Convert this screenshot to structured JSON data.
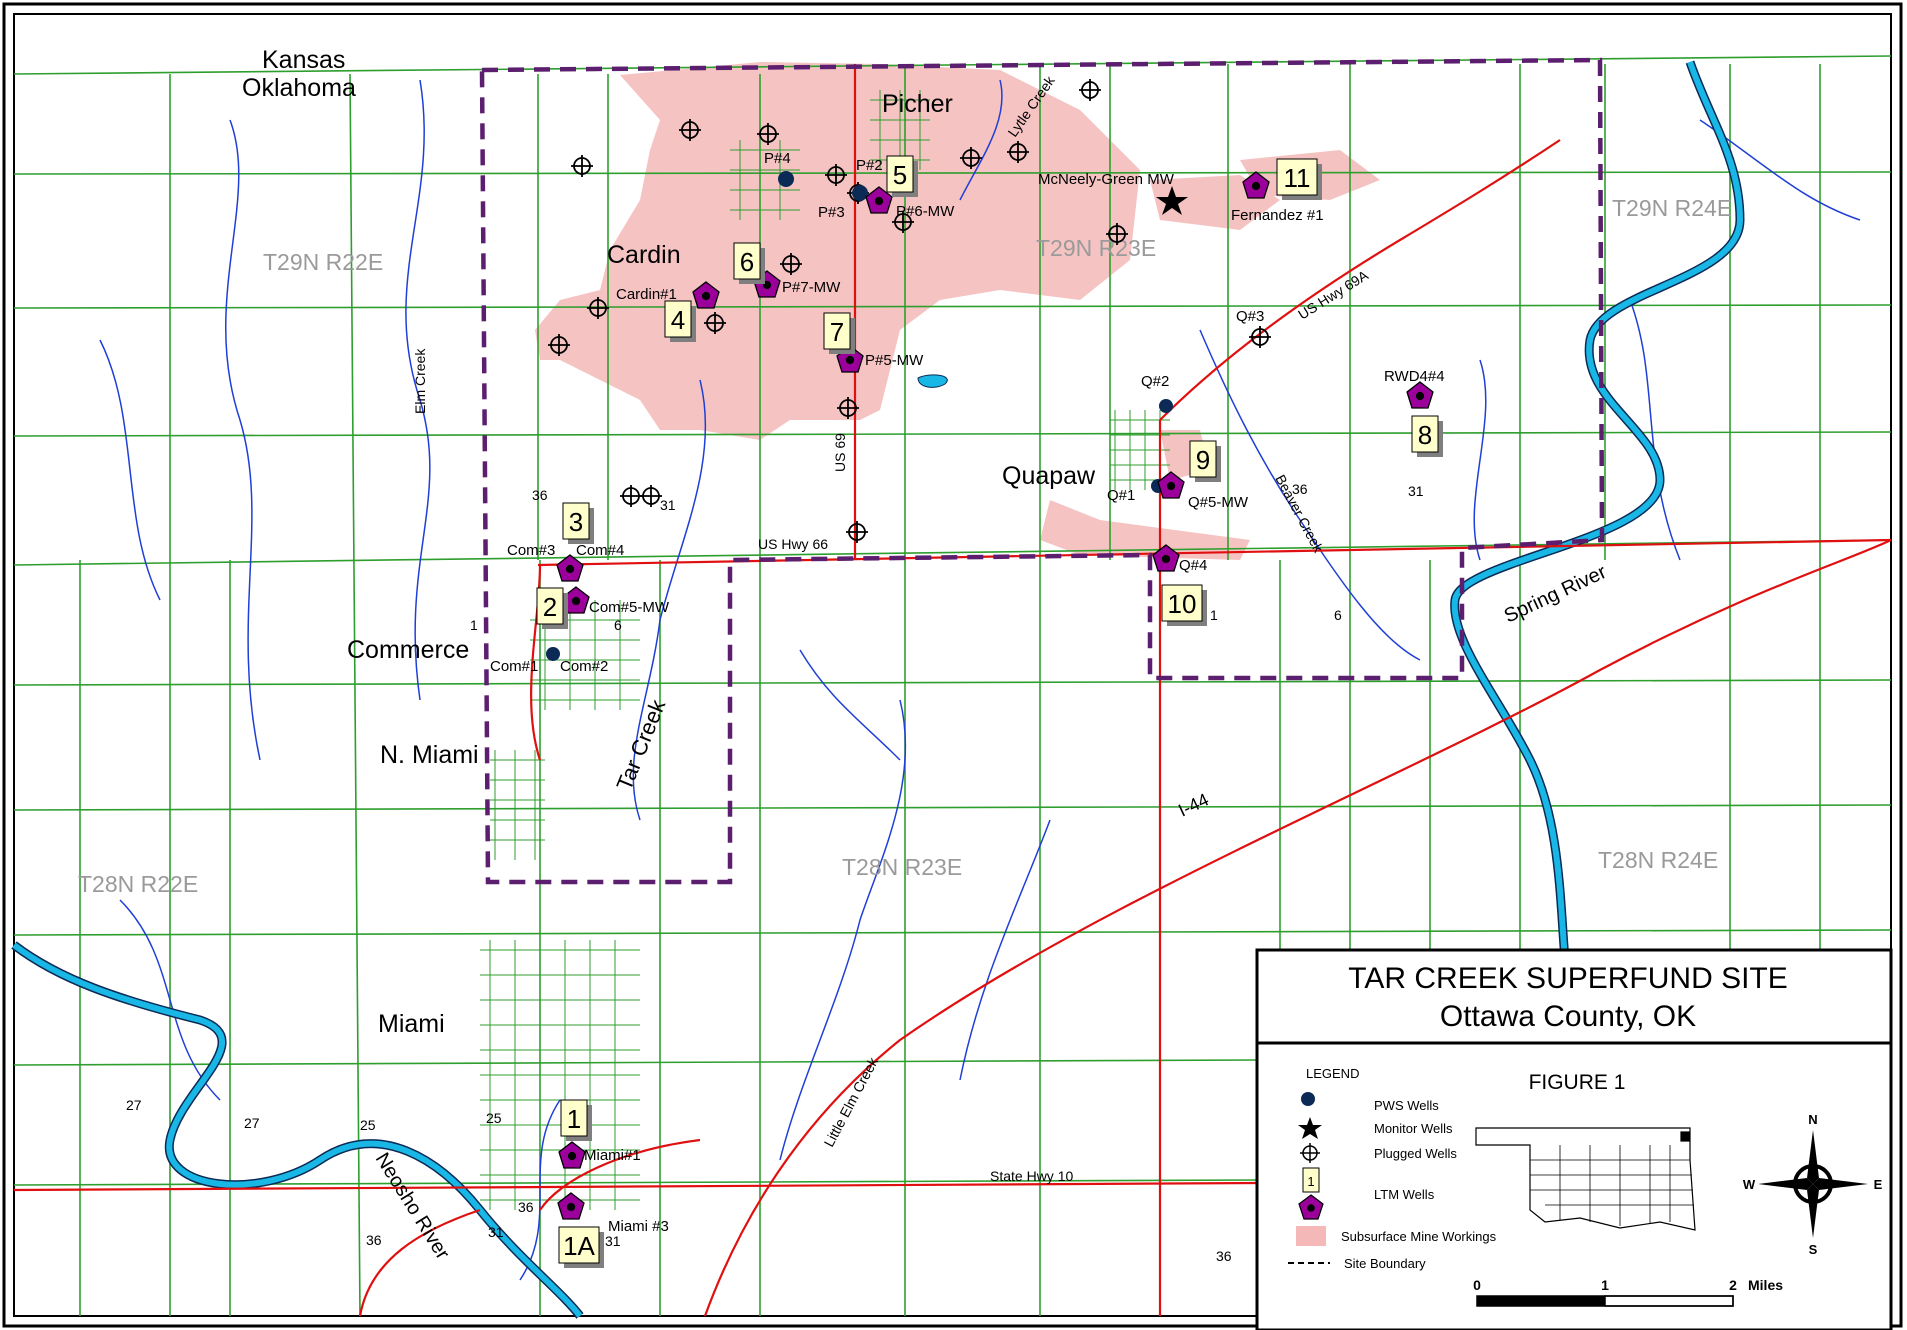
{
  "title": {
    "line1": "TAR CREEK SUPERFUND SITE",
    "line2": "Ottawa County, OK"
  },
  "figure_label": "FIGURE 1",
  "legend": {
    "heading": "LEGEND",
    "items": [
      {
        "label": "PWS Wells",
        "icon": "pws-well-dot"
      },
      {
        "label": "Monitor Wells",
        "icon": "monitor-well-star"
      },
      {
        "label": "Plugged Wells",
        "icon": "plugged-well-crosshair"
      },
      {
        "label": "LTM Wells",
        "icon": "ltm-well-pentagon"
      },
      {
        "label": "Subsurface Mine Workings",
        "icon": "mine-workings-swatch"
      },
      {
        "label": "Site Boundary",
        "icon": "dashed-line"
      }
    ],
    "ltm_sample_number": "1"
  },
  "scale_bar": {
    "labels": [
      "0",
      "1",
      "2"
    ],
    "unit": "Miles"
  },
  "north_arrow": {
    "n": "N",
    "s": "S",
    "e": "E",
    "w": "W"
  },
  "places": {
    "kansas": "Kansas",
    "oklahoma": "Oklahoma",
    "picher": "Picher",
    "cardin": "Cardin",
    "quapaw": "Quapaw",
    "commerce": "Commerce",
    "n_miami": "N. Miami",
    "miami": "Miami"
  },
  "townships": {
    "t29n_r22e": "T29N R22E",
    "t29n_r23e": "T29N R23E",
    "t29n_r24e": "T29N R24E",
    "t28n_r22e": "T28N R22E",
    "t28n_r23e": "T28N R23E",
    "t28n_r24e": "T28N R24E"
  },
  "features": {
    "elm_creek": "Elm Creek",
    "lytle_creek": "Lytle Creek",
    "beaver_creek": "Beaver Creek",
    "tar_creek": "Tar Creek",
    "spring_river": "Spring River",
    "little_elm_creek": "Little Elm Creek",
    "neosho_river": "Neosho River",
    "us_69": "US 69",
    "us_66": "US Hwy 66",
    "us_69a": "US Hwy 69A",
    "i_44": "I-44",
    "state_hwy_10": "State Hwy 10"
  },
  "section_numbers": {
    "s36_a": "36",
    "s31_a": "31",
    "s36_b": "36",
    "s31_b": "31",
    "s1_a": "1",
    "s6_a": "6",
    "s1_b": "1",
    "s6_b": "6",
    "s27_a": "27",
    "s27_b": "27",
    "s25_a": "25",
    "s25_b": "25",
    "s36_c": "36",
    "s31_c": "31",
    "s36_d": "36",
    "s31_d": "31",
    "s36_e": "36"
  },
  "wells": {
    "p4": "P#4",
    "p2": "P#2",
    "p3": "P#3",
    "p6": "P#6-MW",
    "p7": "P#7-MW",
    "p5": "P#5-MW",
    "cardin1": "Cardin#1",
    "mcneely": "McNeely-Green MW",
    "fernandez": "Fernandez #1",
    "q3": "Q#3",
    "q2": "Q#2",
    "rwd": "RWD4#4",
    "q1": "Q#1",
    "q5": "Q#5-MW",
    "q4": "Q#4",
    "com3": "Com#3",
    "com4": "Com#4",
    "com5": "Com#5-MW",
    "com1": "Com#1",
    "com2": "Com#2",
    "miami1": "Miami#1",
    "miami3": "Miami #3"
  },
  "ltm_numbers": {
    "n1": "1",
    "n1a": "1A",
    "n2": "2",
    "n3": "3",
    "n4": "4",
    "n5": "5",
    "n6": "6",
    "n7": "7",
    "n8": "8",
    "n9": "9",
    "n10": "10",
    "n11": "11"
  },
  "colors": {
    "road": "#2e9e2e",
    "highway": "#e01010",
    "stream": "#1f3fd6",
    "river": "#19b7e6",
    "boundary": "#5c1e6e",
    "mine": "#f4b8b8",
    "ltm": "#9b009b",
    "pws": "#0b2a55"
  }
}
